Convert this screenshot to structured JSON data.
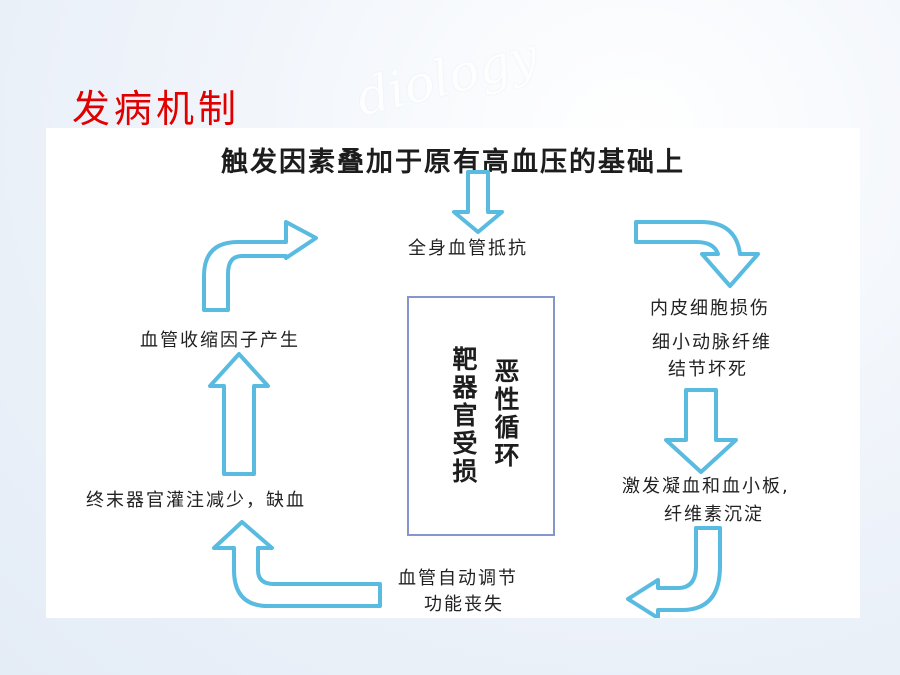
{
  "watermark": "diology",
  "slide": {
    "title": "发病机制"
  },
  "diagram": {
    "heading": "触发因素叠加于原有高血压的基础上",
    "nodes": {
      "resistance": "全身血管抵抗",
      "endothelial_1": "内皮细胞损伤",
      "endothelial_2": "细小动脉纤维",
      "endothelial_3": "结节坏死",
      "coagulation_1": "激发凝血和血小板,",
      "coagulation_2": "纤维素沉淀",
      "autoregulation_1": "血管自动调节",
      "autoregulation_2": "功能丧失",
      "ischemia": "终末器官灌注减少，缺血",
      "vasoconstrictor": "血管收缩因子产生"
    },
    "center": {
      "col_right": "恶性循环",
      "col_left": "靶器官受损"
    }
  },
  "colors": {
    "title": "#e00000",
    "arrow_stroke": "#59bbe0",
    "box_border": "#8496cc"
  }
}
